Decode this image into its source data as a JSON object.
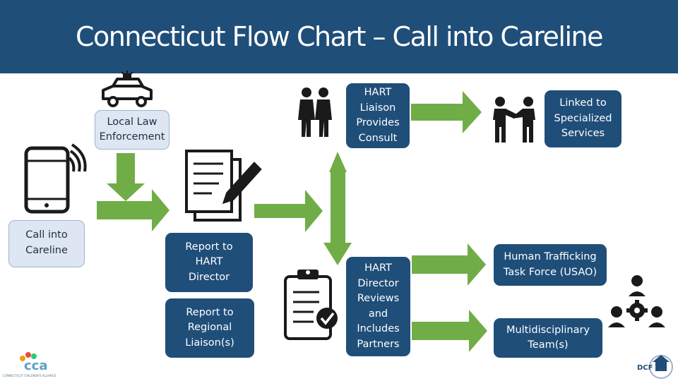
{
  "title": "Connecticut Flow Chart – Call into Careline",
  "colors": {
    "header": "#1f4e79",
    "box": "#1f4e79",
    "light_box": "#dde6f2",
    "arrow": "#70ad47",
    "icon": "#1a1a1a"
  },
  "boxes": {
    "local_law_enforcement": "Local Law\nEnforcement",
    "call_into_careline": "Call into\nCareline",
    "report_hart_director": "Report to\nHART\nDirector",
    "report_regional_liaison": "Report to\nRegional\nLiaison(s)",
    "hart_liaison_consult": "HART\nLiaison\nProvides\nConsult",
    "hart_director_reviews": "HART\nDirector\nReviews\nand\nIncludes\nPartners",
    "linked_specialized_services": "Linked to\nSpecialized\nServices",
    "human_trafficking_task_force": "Human Trafficking\nTask Force (USAO)",
    "multidisciplinary_team": "Multidisciplinary\nTeam(s)"
  },
  "icons": [
    "police-car-icon",
    "mobile-phone-icon",
    "document-pen-icon",
    "two-people-icon",
    "handshake-icon",
    "clipboard-check-icon",
    "team-gear-icon"
  ],
  "logos": {
    "left": "CONNECTICUT CHILDREN'S ALLIANCE",
    "right": "DCF"
  }
}
